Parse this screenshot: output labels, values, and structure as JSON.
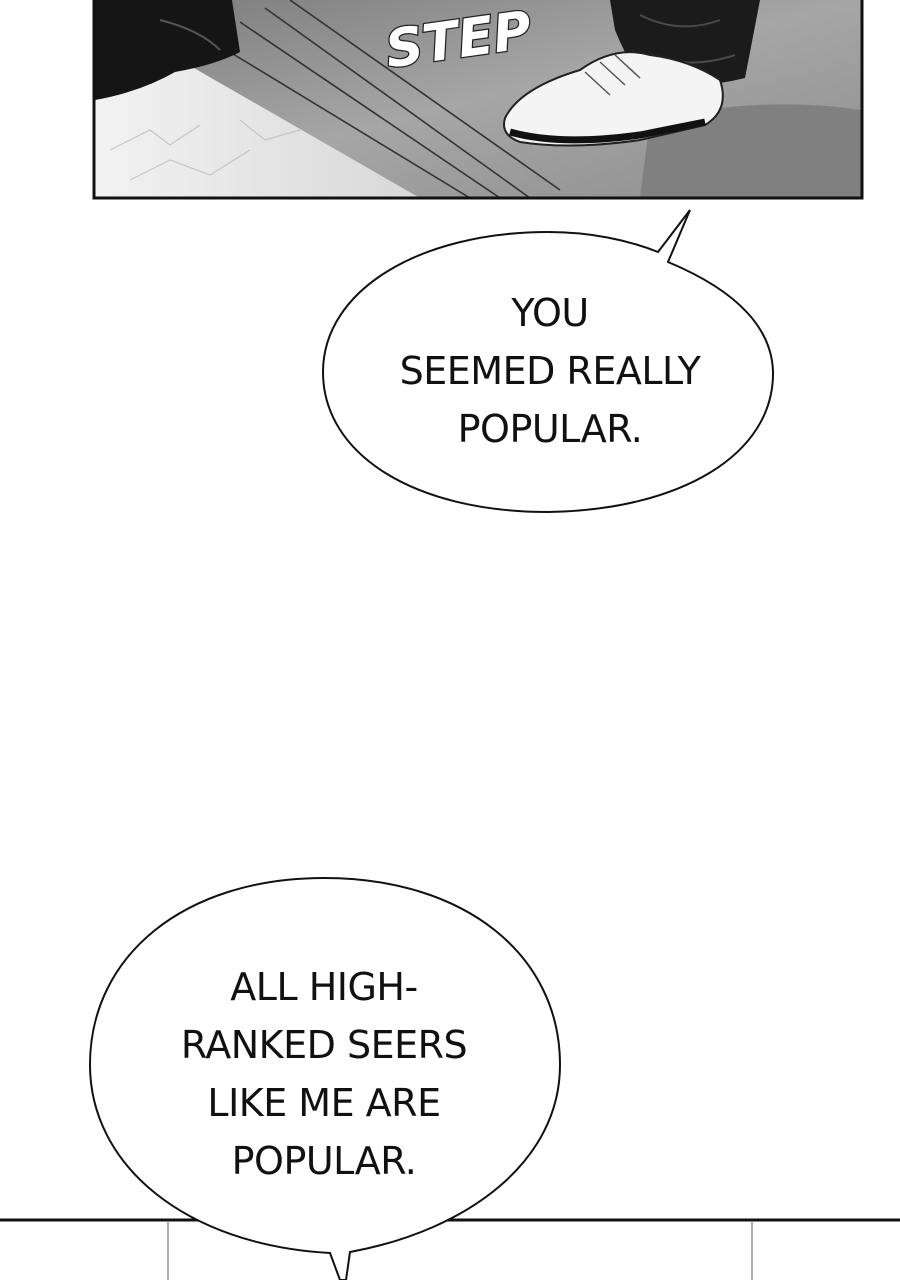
{
  "panels": {
    "top": {
      "sound_effect": "STEP"
    }
  },
  "dialogue": {
    "bubble_1": {
      "lines": [
        "YOU",
        "SEEMED REALLY",
        "POPULAR."
      ]
    },
    "bubble_2": {
      "lines": [
        "ALL HIGH-",
        "RANKED SEERS",
        "LIKE ME ARE",
        "POPULAR."
      ]
    }
  },
  "colors": {
    "background": "#ffffff",
    "ink": "#111111",
    "floor_gray": "#9a9a9a",
    "pants_black": "#1a1a1a"
  }
}
